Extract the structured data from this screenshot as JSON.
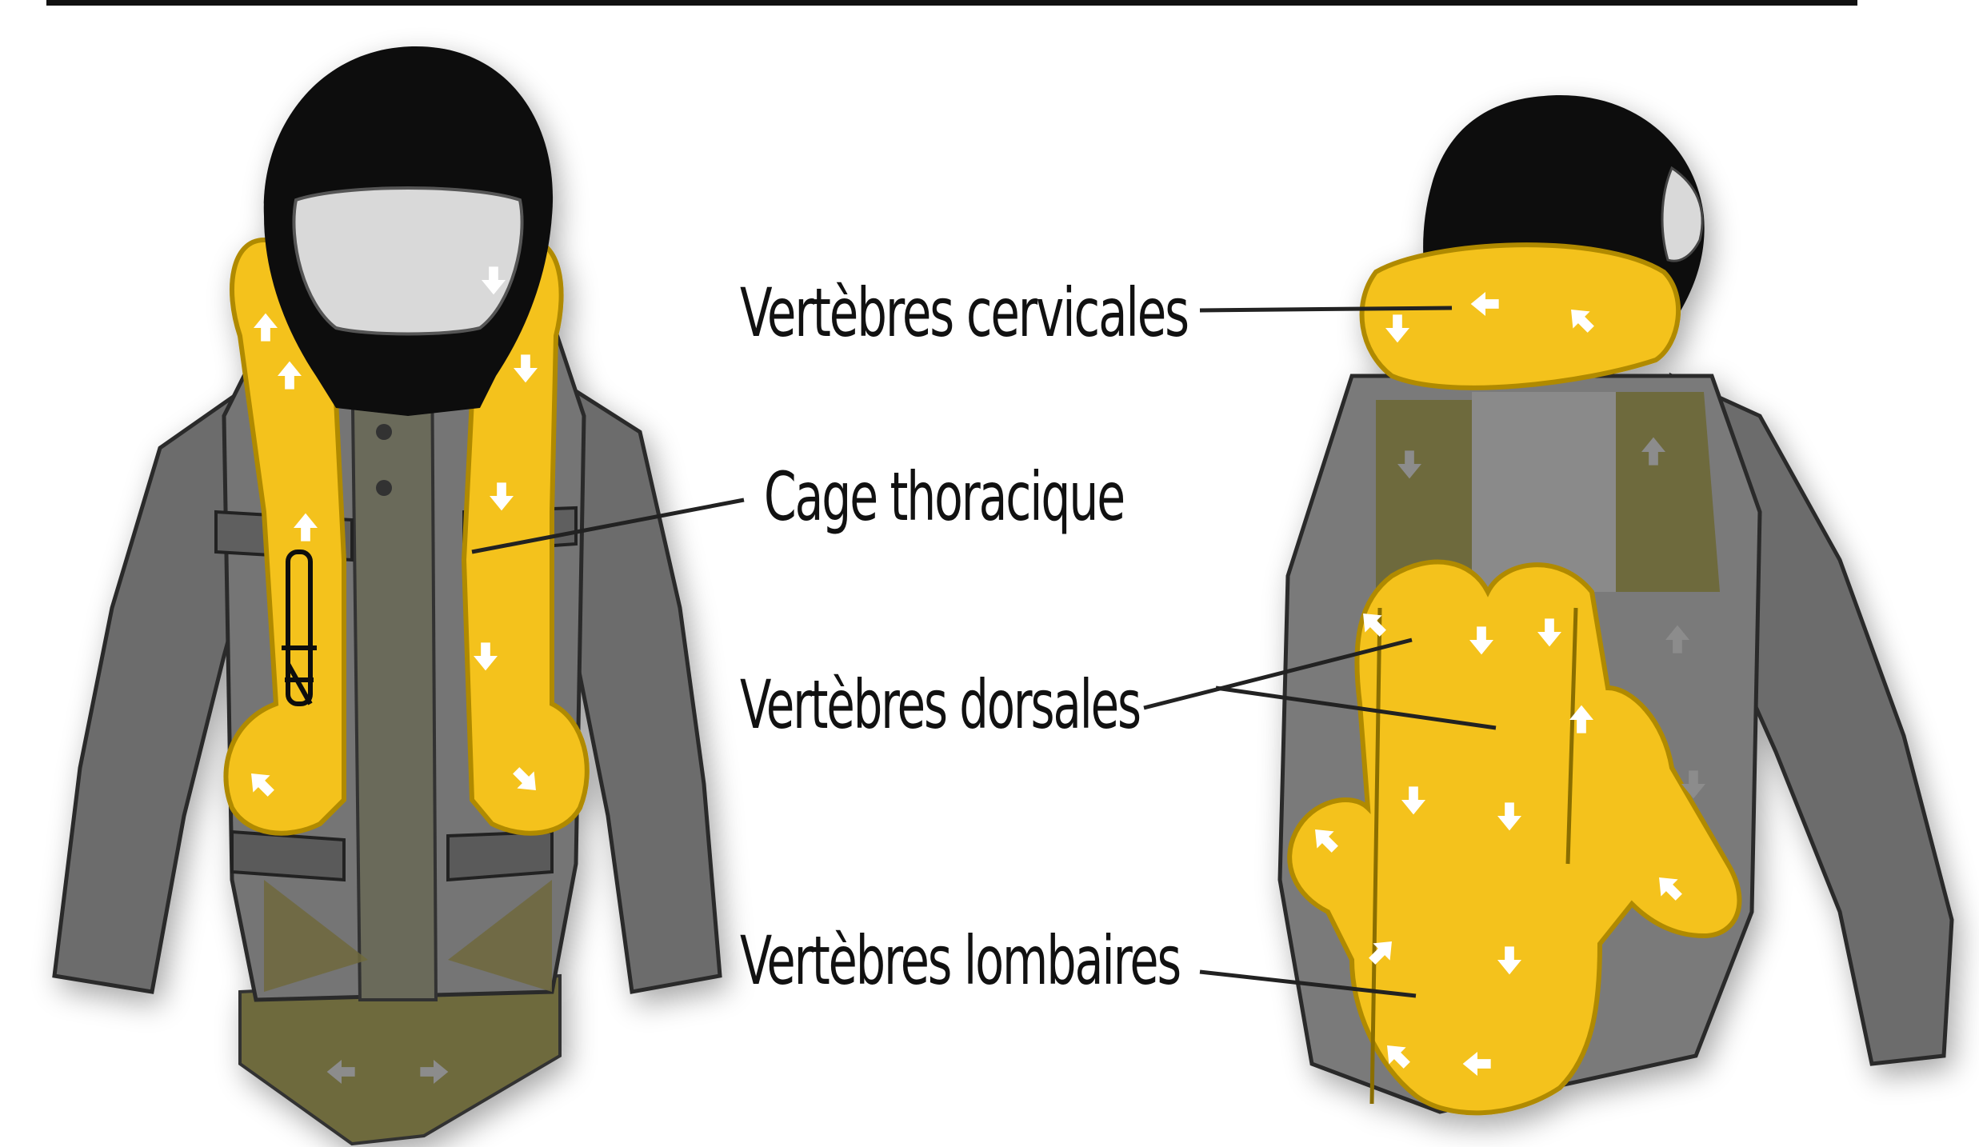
{
  "labels": {
    "cervicales": "Vertèbres cervicales",
    "thoracique": "Cage thoracique",
    "dorsales": "Vertèbres dorsales",
    "lombaires": "Vertèbres lombaires"
  },
  "colors": {
    "airbag": "#f4c21a",
    "airbag_outline": "#b08a00",
    "jacket": "#707070",
    "jacket_dark": "#505050",
    "jacket_light": "#8a8a8a",
    "khaki": "#6e6a3c",
    "helmet": "#0a0a0a",
    "visor": "#dcdcdc",
    "line": "#222222"
  },
  "icons": [
    "arrow-icon",
    "helmet-icon",
    "airbag-icon",
    "jacket-icon",
    "zipper-icon"
  ]
}
